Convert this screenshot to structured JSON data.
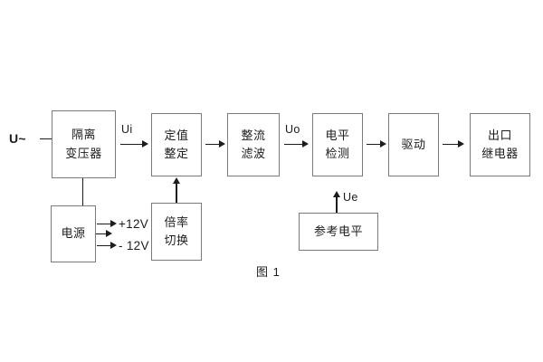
{
  "figure": {
    "caption": "图 1",
    "input_label": "U~",
    "colors": {
      "box_border": "#777b7e",
      "line": "#1c1c1c",
      "text": "#1c1c1c",
      "background": "#ffffff"
    }
  },
  "blocks": [
    {
      "id": "isolation-transformer",
      "line1": "隔离",
      "line2": "变压器"
    },
    {
      "id": "setpoint-adjust",
      "line1": "定值",
      "line2": "整定"
    },
    {
      "id": "rectifier-filter",
      "line1": "整流",
      "line2": "滤波"
    },
    {
      "id": "level-detection",
      "line1": "电平",
      "line2": "检测"
    },
    {
      "id": "driver",
      "line1": "驱动",
      "line2": ""
    },
    {
      "id": "output-relay",
      "line1": "出口",
      "line2": "继电器"
    },
    {
      "id": "power-supply",
      "line1": "电源",
      "line2": ""
    },
    {
      "id": "multiplier-switch",
      "line1": "倍率",
      "line2": "切换"
    },
    {
      "id": "reference-level",
      "line1": "参考电平",
      "line2": ""
    }
  ],
  "signals": {
    "ui": "Ui",
    "uo": "Uo",
    "ue": "Ue",
    "rail_positive": "+12V",
    "rail_negative": "- 12V"
  }
}
